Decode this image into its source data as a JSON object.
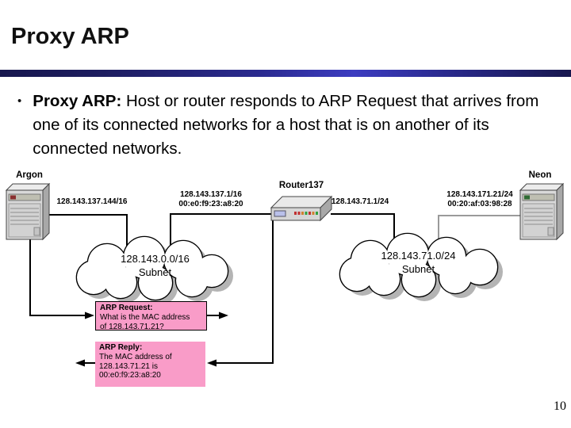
{
  "title": "Proxy ARP",
  "bullet": {
    "marker": "•",
    "lead": "Proxy ARP:",
    "rest": "Host or router responds to ARP Request that arrives from one of its connected networks for a host that is on another of its connected networks."
  },
  "page_number": "10",
  "colors": {
    "accent_bar_dark": "#17174e",
    "accent_bar_light": "#3c3cc0",
    "arp_box_pink": "#f99cc8",
    "neon_link_gray": "#9a9a9a"
  },
  "diagram": {
    "argon": {
      "name": "Argon",
      "interface": "128.143.137.144/16"
    },
    "router": {
      "name": "Router137",
      "left_ip": "128.143.137.1/16",
      "left_mac": "00:e0:f9:23:a8:20",
      "right_ip": "128.143.71.1/24"
    },
    "neon": {
      "name": "Neon",
      "ip": "128.143.171.21/24",
      "mac": "00:20:af:03:98:28"
    },
    "subnet_left": {
      "network": "128.143.0.0/16",
      "label": "Subnet"
    },
    "subnet_right": {
      "network": "128.143.71.0/24",
      "label": "Subnet"
    },
    "arp_request": {
      "title": "ARP Request:",
      "line1": "What is the MAC address",
      "line2": "of 128.143.71.21?"
    },
    "arp_reply": {
      "title": "ARP Reply:",
      "line1": "The MAC address of",
      "line2": "128.143.71.21 is",
      "line3": "00:e0:f9:23:a8:20"
    }
  }
}
